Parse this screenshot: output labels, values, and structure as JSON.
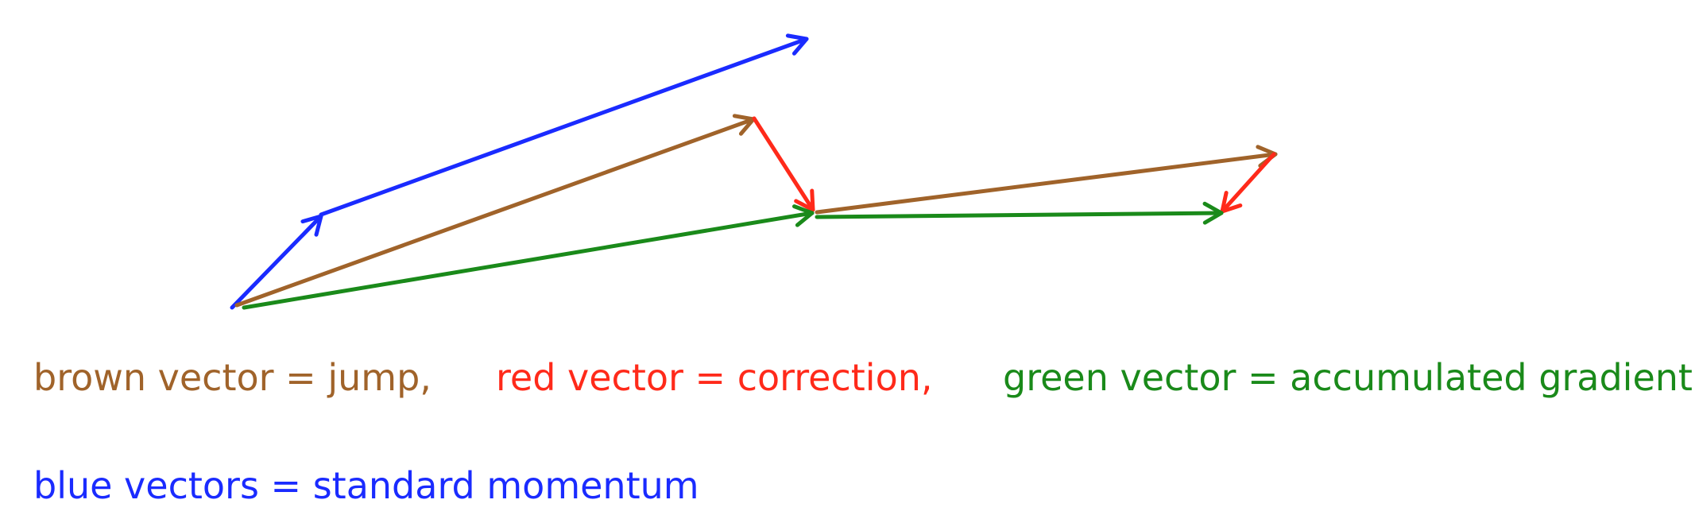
{
  "colors": {
    "brown": "#A0632A",
    "red": "#FF2A1A",
    "green": "#1A8A1A",
    "blue": "#1A2BFF"
  },
  "legend": {
    "brown": "brown vector = jump,",
    "red": "red vector = correction,",
    "green": "green vector = accumulated gradient",
    "blue": "blue vectors = standard momentum"
  }
}
